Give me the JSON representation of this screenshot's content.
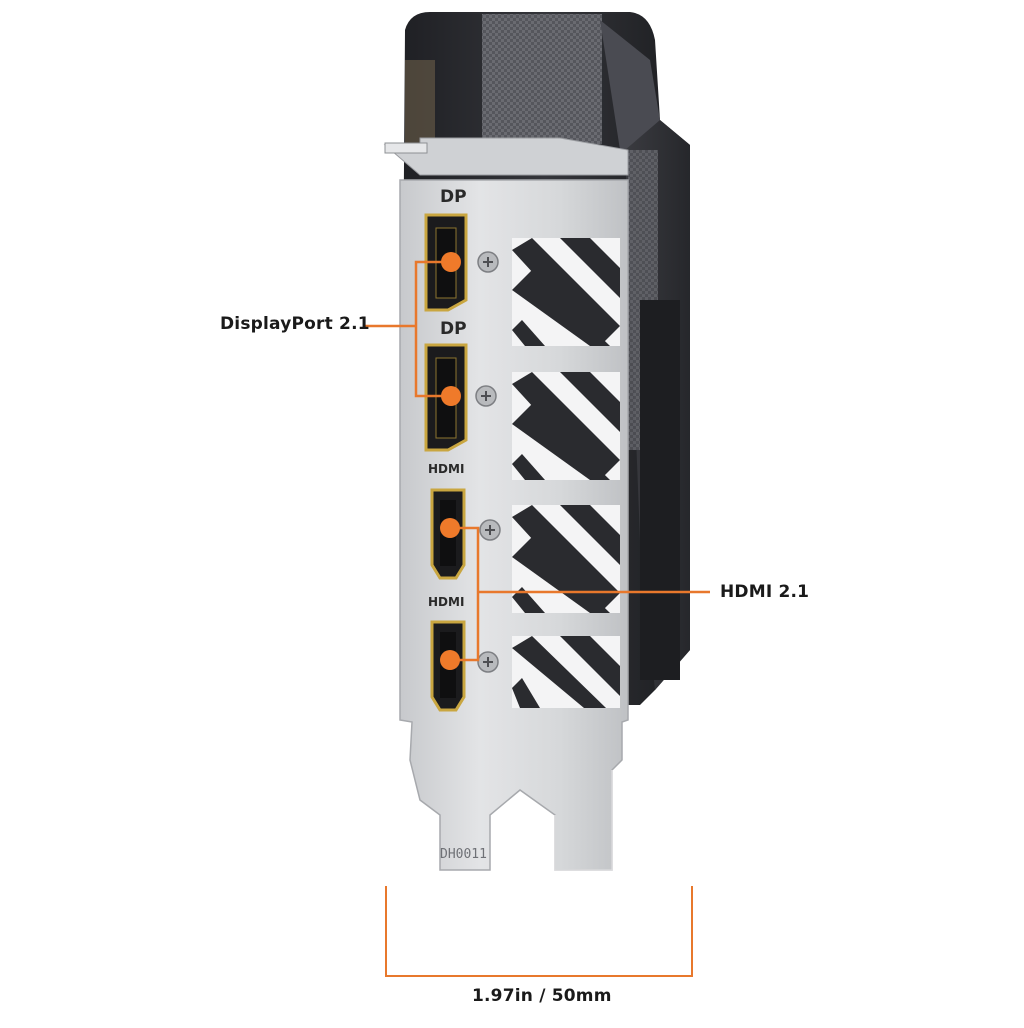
{
  "port_labels": {
    "dp_top": "DP",
    "dp_bottom": "DP",
    "hdmi_top": "HDMI",
    "hdmi_bottom": "HDMI"
  },
  "bracket_code": "DH0011",
  "callouts": {
    "displayport": "DisplayPort 2.1",
    "hdmi": "HDMI 2.1"
  },
  "dimension": {
    "width_label": "1.97in / 50mm"
  },
  "colors": {
    "accent": "#e8782c",
    "port_gold": "#c9a640",
    "bracket_silver": "#d4d6d8",
    "shroud_dark": "#2b2c30"
  }
}
